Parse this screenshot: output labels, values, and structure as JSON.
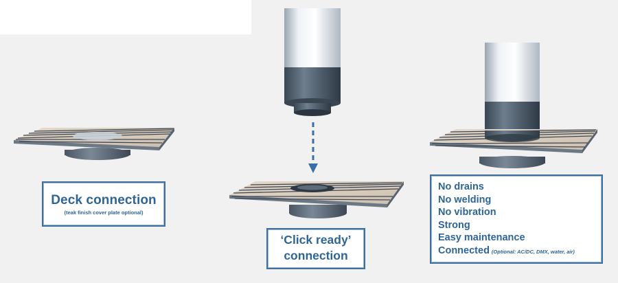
{
  "stages": {
    "deck": {
      "title": "Deck connection",
      "subtitle": "(teak finish cover plate optional)"
    },
    "click_ready": {
      "line1": "‘Click ready’",
      "line2": "connection"
    },
    "connected": {
      "features": [
        "No drains",
        "No welding",
        "No vibration",
        "Strong",
        "Easy maintenance"
      ],
      "connected_label": "Connected",
      "connected_note": "(Optional: AC/DC, DMX, water, air)"
    }
  },
  "colors": {
    "label_text": "#2f6596",
    "label_border": "#3f6f9e",
    "arrow": "#3a6ea5",
    "plate_top": "#dcd0c2",
    "pipe_light": "#e8eef4",
    "pipe_dark": "#4e5e6c"
  },
  "icons": [
    "deck-plate-icon",
    "pole-icon",
    "down-arrow-icon"
  ]
}
